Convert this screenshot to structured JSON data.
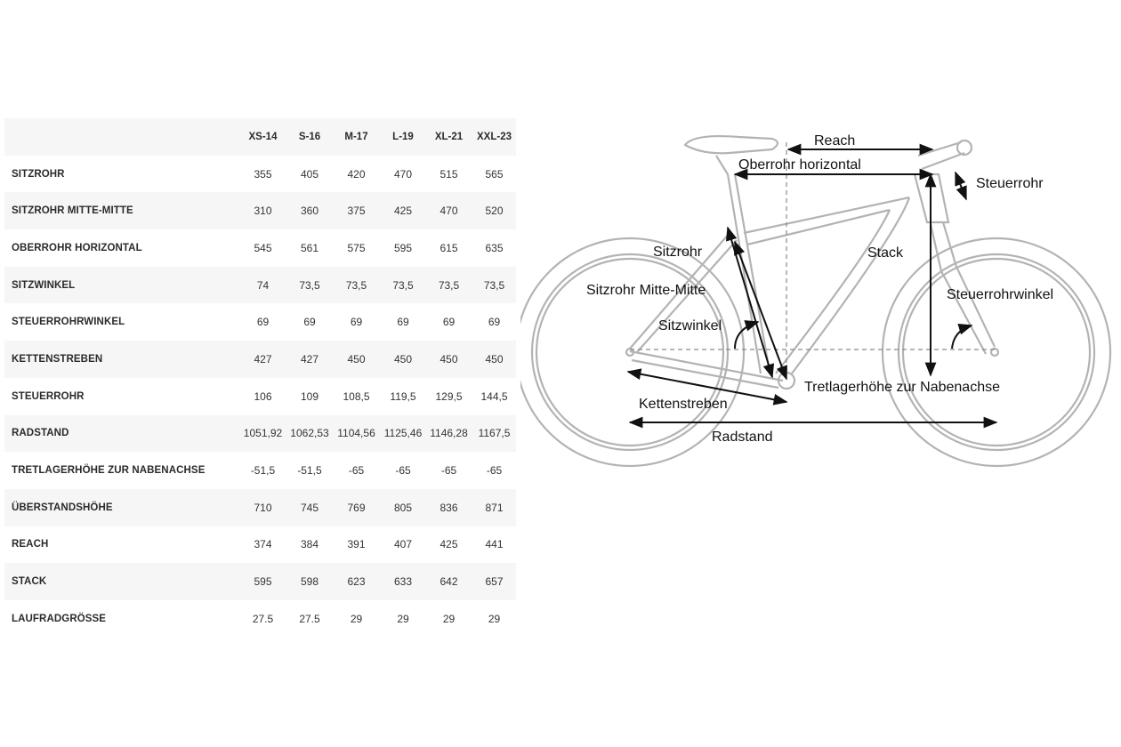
{
  "table": {
    "sizes": [
      "XS-14",
      "S-16",
      "M-17",
      "L-19",
      "XL-21",
      "XXL-23"
    ],
    "rows": [
      {
        "label": "SITZROHR",
        "values": [
          "355",
          "405",
          "420",
          "470",
          "515",
          "565"
        ]
      },
      {
        "label": "SITZROHR MITTE-MITTE",
        "values": [
          "310",
          "360",
          "375",
          "425",
          "470",
          "520"
        ]
      },
      {
        "label": "OBERROHR HORIZONTAL",
        "values": [
          "545",
          "561",
          "575",
          "595",
          "615",
          "635"
        ]
      },
      {
        "label": "SITZWINKEL",
        "values": [
          "74",
          "73,5",
          "73,5",
          "73,5",
          "73,5",
          "73,5"
        ]
      },
      {
        "label": "STEUERROHRWINKEL",
        "values": [
          "69",
          "69",
          "69",
          "69",
          "69",
          "69"
        ]
      },
      {
        "label": "KETTENSTREBEN",
        "values": [
          "427",
          "427",
          "450",
          "450",
          "450",
          "450"
        ]
      },
      {
        "label": "STEUERROHR",
        "values": [
          "106",
          "109",
          "108,5",
          "119,5",
          "129,5",
          "144,5"
        ]
      },
      {
        "label": "RADSTAND",
        "values": [
          "1051,92",
          "1062,53",
          "1104,56",
          "1125,46",
          "1146,28",
          "1167,5"
        ]
      },
      {
        "label": "TRETLAGERHÖHE ZUR NABENACHSE",
        "values": [
          "-51,5",
          "-51,5",
          "-65",
          "-65",
          "-65",
          "-65"
        ]
      },
      {
        "label": "ÜBERSTANDSHÖHE",
        "values": [
          "710",
          "745",
          "769",
          "805",
          "836",
          "871"
        ]
      },
      {
        "label": "REACH",
        "values": [
          "374",
          "384",
          "391",
          "407",
          "425",
          "441"
        ]
      },
      {
        "label": "STACK",
        "values": [
          "595",
          "598",
          "623",
          "633",
          "642",
          "657"
        ]
      },
      {
        "label": "LAUFRADGRÖSSE",
        "values": [
          "27.5",
          "27.5",
          "29",
          "29",
          "29",
          "29"
        ]
      }
    ]
  },
  "diagram": {
    "labels": {
      "reach": "Reach",
      "oberrohr": "Oberrohr horizontal",
      "steuerrohr": "Steuerrohr",
      "sitzrohr": "Sitzrohr",
      "stack": "Stack",
      "sitzrohr_mm": "Sitzrohr Mitte-Mitte",
      "steuerrohrwinkel": "Steuerrohrwinkel",
      "sitzwinkel": "Sitzwinkel",
      "tretlager": "Tretlagerhöhe zur Nabenachse",
      "kettenstreben": "Kettenstreben",
      "radstand": "Radstand"
    },
    "colors": {
      "frame": "#b3b3b3",
      "arrows": "#111111",
      "guide": "#8a8a8a"
    }
  }
}
